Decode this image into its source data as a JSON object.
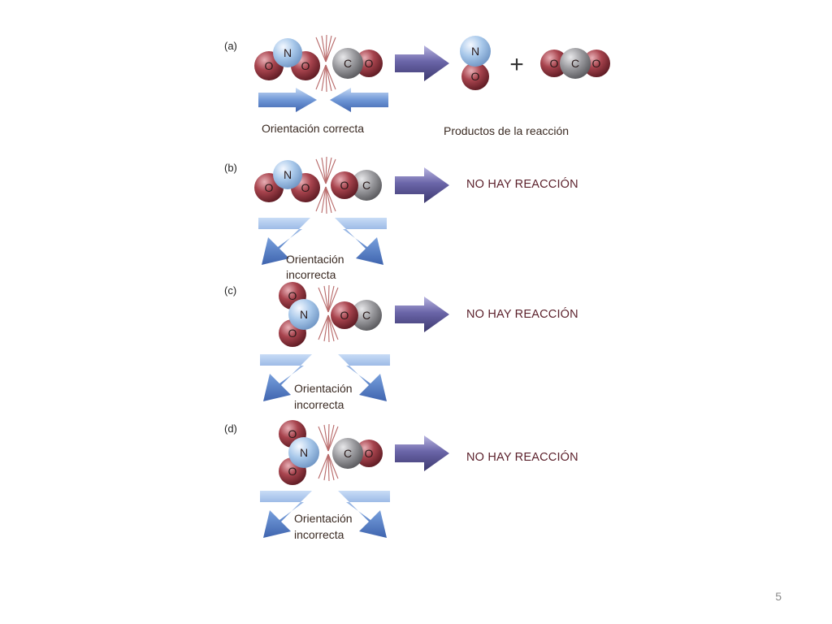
{
  "slide_number": "5",
  "plus_sign": "+",
  "colors": {
    "oxygen": "#8a2e36",
    "nitrogen": "#8fb8e0",
    "carbon": "#8a8a8e",
    "reaction_arrow": "#4a4680",
    "orientation_arrow": "#5b82c8",
    "result_text": "#5a1f2a"
  },
  "panels": [
    {
      "label": "(a)",
      "caption": "Orientación correcta",
      "result": "Productos de la reacción",
      "no2_atoms": [
        "O",
        "N",
        "O"
      ],
      "co_atoms": [
        "C",
        "O"
      ],
      "products": {
        "no_atoms": [
          "N",
          "O"
        ],
        "co2_atoms": [
          "O",
          "C",
          "O"
        ]
      }
    },
    {
      "label": "(b)",
      "caption_lines": [
        "Orientación",
        "incorrecta"
      ],
      "result": "NO HAY REACCIÓN",
      "no2_atoms": [
        "O",
        "N",
        "O"
      ],
      "co_atoms": [
        "O",
        "C"
      ]
    },
    {
      "label": "(c)",
      "caption_lines": [
        "Orientación",
        "incorrecta"
      ],
      "result": "NO HAY REACCIÓN",
      "no2_atoms": [
        "O",
        "N",
        "O"
      ],
      "co_atoms": [
        "O",
        "C"
      ]
    },
    {
      "label": "(d)",
      "caption_lines": [
        "Orientación",
        "incorrecta"
      ],
      "result": "NO HAY REACCIÓN",
      "no2_atoms": [
        "O",
        "N",
        "O"
      ],
      "co_atoms": [
        "C",
        "O"
      ]
    }
  ]
}
